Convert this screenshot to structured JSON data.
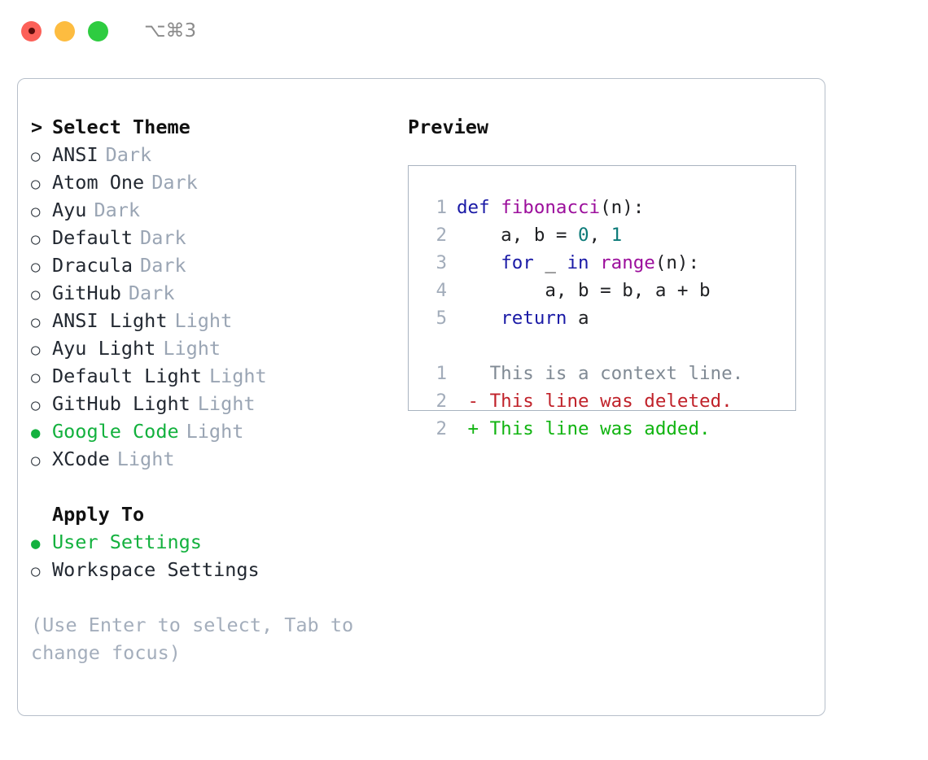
{
  "titlebar": {
    "traffic_lights": [
      "close",
      "minimize",
      "maximize"
    ],
    "shortcut": "⌥⌘3"
  },
  "theme_picker": {
    "heading": "Select Theme",
    "caret": ">",
    "marker_selected": "●",
    "marker_unselected": "○",
    "items": [
      {
        "label": "ANSI",
        "kind": "Dark",
        "selected": false
      },
      {
        "label": "Atom One",
        "kind": "Dark",
        "selected": false
      },
      {
        "label": "Ayu",
        "kind": "Dark",
        "selected": false
      },
      {
        "label": "Default",
        "kind": "Dark",
        "selected": false
      },
      {
        "label": "Dracula",
        "kind": "Dark",
        "selected": false
      },
      {
        "label": "GitHub",
        "kind": "Dark",
        "selected": false
      },
      {
        "label": "ANSI Light",
        "kind": "Light",
        "selected": false
      },
      {
        "label": "Ayu Light",
        "kind": "Light",
        "selected": false
      },
      {
        "label": "Default Light",
        "kind": "Light",
        "selected": false
      },
      {
        "label": "GitHub Light",
        "kind": "Light",
        "selected": false
      },
      {
        "label": "Google Code",
        "kind": "Light",
        "selected": true
      },
      {
        "label": "XCode",
        "kind": "Light",
        "selected": false
      }
    ]
  },
  "apply_to": {
    "heading": "Apply To",
    "items": [
      {
        "label": "User Settings",
        "selected": true
      },
      {
        "label": "Workspace Settings",
        "selected": false
      }
    ]
  },
  "hint": "(Use Enter to select, Tab to change focus)",
  "preview": {
    "heading": "Preview",
    "code_lines": [
      {
        "no": "1",
        "tokens": [
          {
            "t": "def ",
            "c": "kw"
          },
          {
            "t": "fibonacci",
            "c": "fn"
          },
          {
            "t": "(n):",
            "c": "plain"
          }
        ]
      },
      {
        "no": "2",
        "tokens": [
          {
            "t": "    a, b = ",
            "c": "plain"
          },
          {
            "t": "0",
            "c": "num"
          },
          {
            "t": ", ",
            "c": "plain"
          },
          {
            "t": "1",
            "c": "num"
          }
        ]
      },
      {
        "no": "3",
        "tokens": [
          {
            "t": "    ",
            "c": "plain"
          },
          {
            "t": "for",
            "c": "kw"
          },
          {
            "t": " _ ",
            "c": "plain"
          },
          {
            "t": "in",
            "c": "kw"
          },
          {
            "t": " ",
            "c": "plain"
          },
          {
            "t": "range",
            "c": "fn"
          },
          {
            "t": "(n):",
            "c": "plain"
          }
        ]
      },
      {
        "no": "4",
        "tokens": [
          {
            "t": "        a, b = b, a + b",
            "c": "plain"
          }
        ]
      },
      {
        "no": "5",
        "tokens": [
          {
            "t": "    ",
            "c": "plain"
          },
          {
            "t": "return",
            "c": "kw"
          },
          {
            "t": " a",
            "c": "plain"
          }
        ]
      }
    ],
    "diff_lines": [
      {
        "no": "1",
        "sign": " ",
        "text": "This is a context line.",
        "kind": "context"
      },
      {
        "no": "2",
        "sign": "-",
        "text": "This line was deleted.",
        "kind": "del"
      },
      {
        "no": "2",
        "sign": "+",
        "text": "This line was added.",
        "kind": "add"
      }
    ]
  },
  "colors": {
    "accent_green": "#13b13e",
    "muted": "#9aa5b4",
    "border": "#b7bfca",
    "keyword": "#1a1aa6",
    "function": "#9c0f9c",
    "number": "#0b7a78",
    "diff_add": "#11b411",
    "diff_del": "#c0222a",
    "diff_context": "#808a94"
  }
}
